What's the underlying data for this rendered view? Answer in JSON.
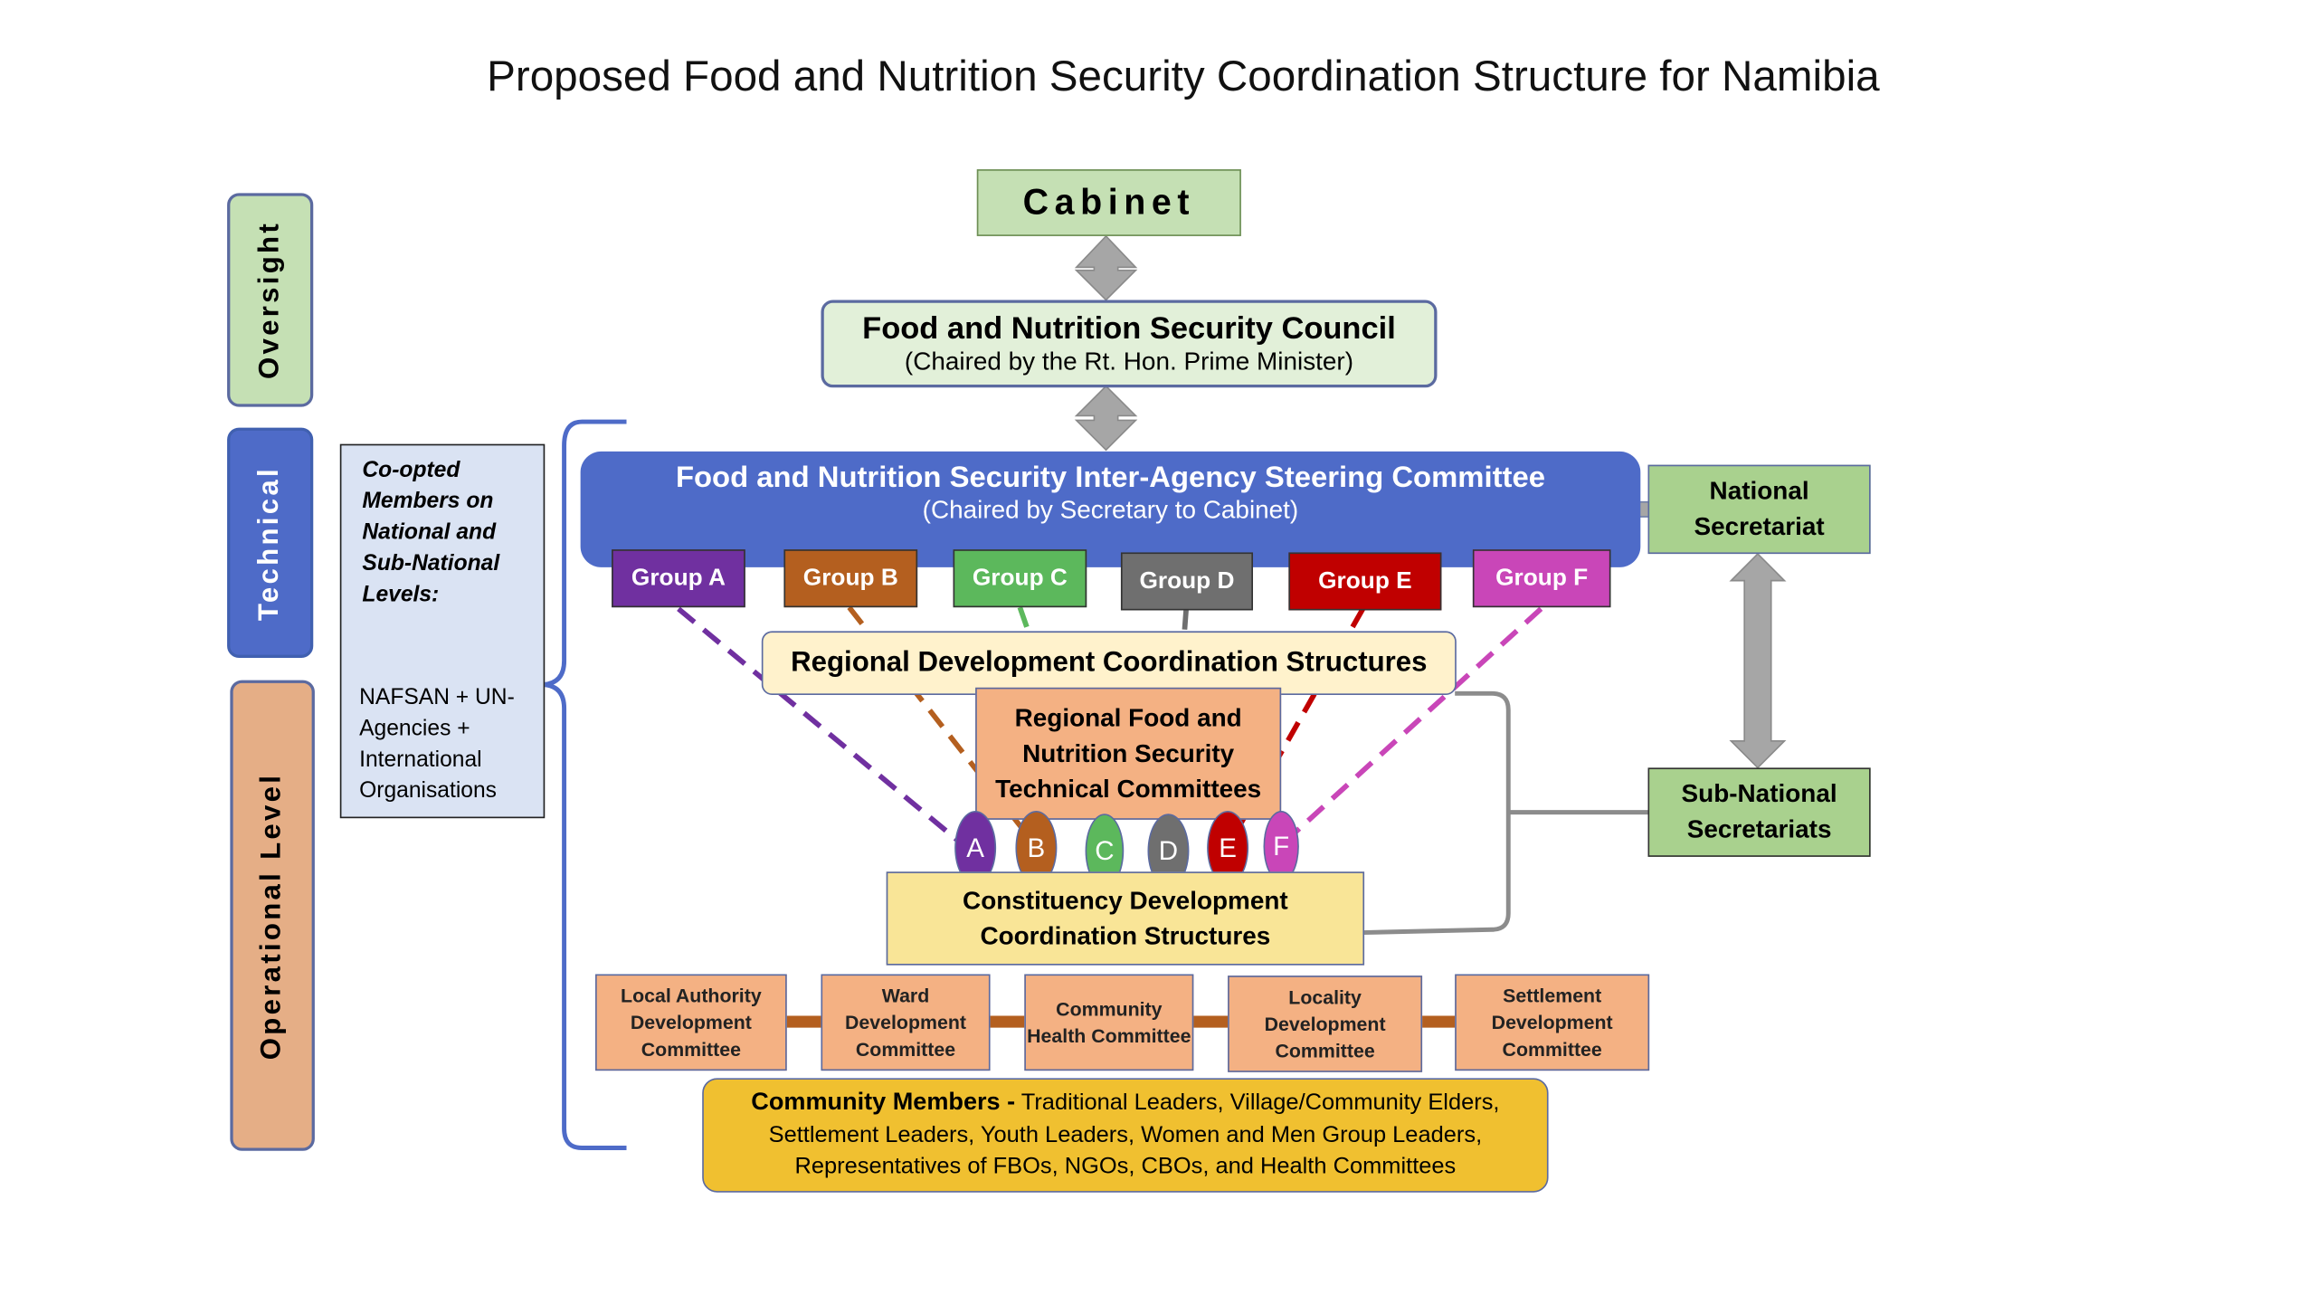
{
  "title": "Proposed Food and Nutrition Security Coordination Structure for Namibia",
  "levels": {
    "oversight": "Oversight",
    "technical": "Technical",
    "operational": "Operational   Level"
  },
  "cabinet": "Cabinet",
  "council": {
    "name": "Food and Nutrition Security Council",
    "chair": "(Chaired by the Rt. Hon. Prime Minister)"
  },
  "steering": {
    "name": "Food and Nutrition Security Inter-Agency Steering Committee",
    "chair": "(Chaired by Secretary to Cabinet)"
  },
  "groups": [
    {
      "label": "Group A",
      "color": "#7030a0"
    },
    {
      "label": "Group B",
      "color": "#b45f1f"
    },
    {
      "label": "Group C",
      "color": "#5cb85c"
    },
    {
      "label": "Group D",
      "color": "#6f6f6f"
    },
    {
      "label": "Group  E",
      "color": "#c00000"
    },
    {
      "label": "Group F",
      "color": "#c946b8"
    }
  ],
  "coopted": {
    "heading": "Co-opted Members on National and Sub-National Levels:",
    "members": "NAFSAN + UN-Agencies + International Organisations"
  },
  "regional_dev": "Regional Development Coordination Structures",
  "regional_fns": "Regional Food and Nutrition Security Technical Committees",
  "ovals": [
    "A",
    "B",
    "C",
    "D",
    "E",
    "F"
  ],
  "constituency": "Constituency Development Coordination Structures",
  "national_secretariat": "National Secretariat",
  "subnational_secretariats": "Sub-National Secretariats",
  "committees": [
    "Local Authority Development Committee",
    "Ward Development Committee",
    "Community Health Committee",
    "Locality Development Committee",
    "Settlement Development Committee"
  ],
  "community": {
    "heading": "Community Members -",
    "text": " Traditional Leaders, Village/Community Elders, Settlement Leaders, Youth Leaders, Women and Men Group Leaders, Representatives of FBOs, NGOs, CBOs, and Health Committees"
  },
  "colors": {
    "oversight_bg": "#c5e0b4",
    "technical_bg": "#4e6bc8",
    "operational_bg": "#e5ae86",
    "steering_bg": "#4e6bc8",
    "community_bg": "#f0c030"
  }
}
